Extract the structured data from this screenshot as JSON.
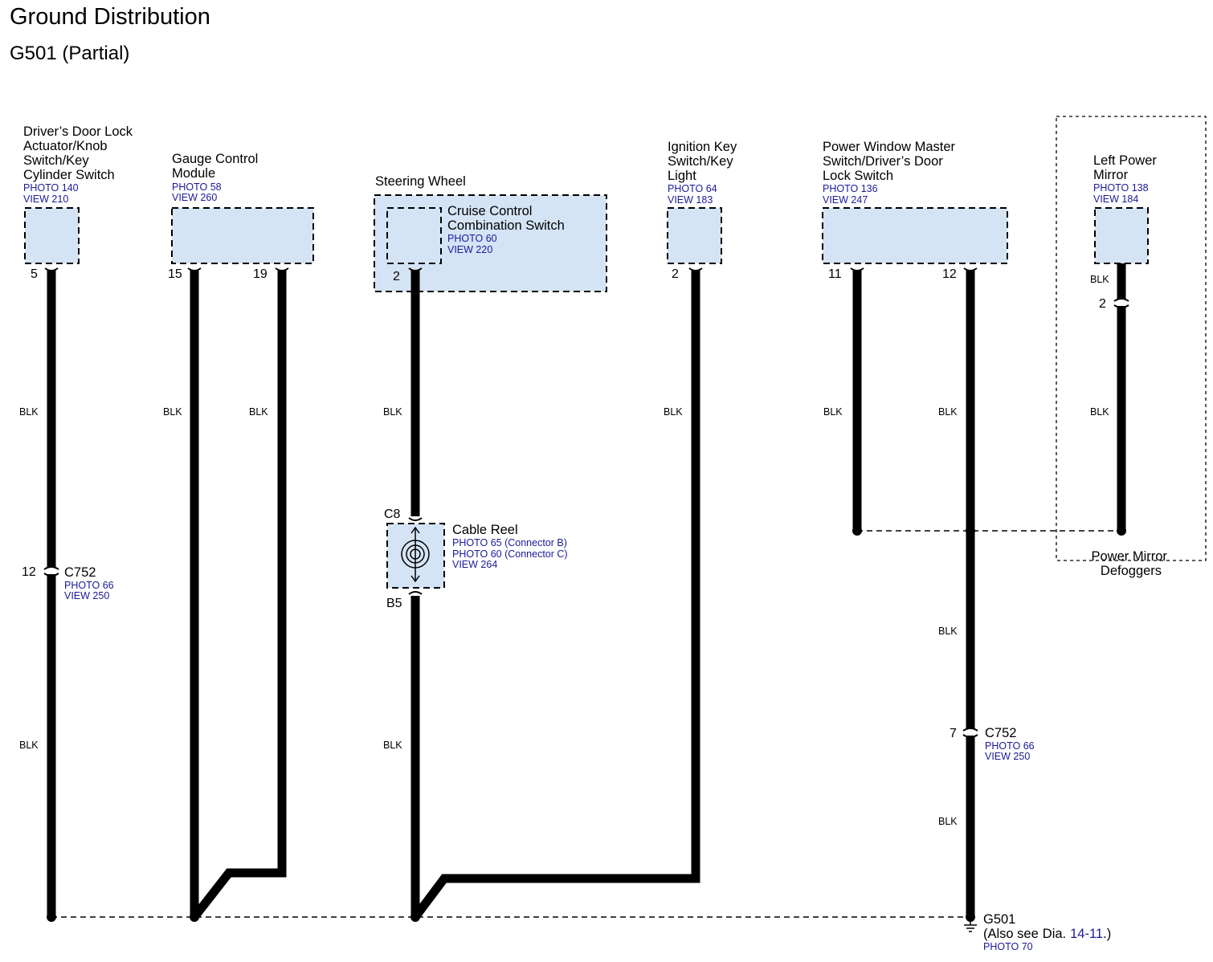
{
  "title": "Ground Distribution",
  "subtitle": "G501 (Partial)",
  "components": {
    "door_lock": {
      "name": [
        "Driver’s Door Lock",
        "Actuator/Knob",
        "Switch/Key",
        "Cylinder Switch"
      ],
      "photo": "PHOTO 140",
      "view": "VIEW 210",
      "pin": "5"
    },
    "gauge": {
      "name": [
        "Gauge Control",
        "Module"
      ],
      "photo": "PHOTO 58",
      "view": "VIEW 260",
      "pins": [
        "15",
        "19"
      ]
    },
    "steering": {
      "name": "Steering Wheel"
    },
    "cruise": {
      "name": [
        "Cruise Control",
        "Combination Switch"
      ],
      "photo": "PHOTO 60",
      "view": "VIEW 220",
      "pin": "2"
    },
    "ignition": {
      "name": [
        "Ignition Key",
        "Switch/Key",
        "Light"
      ],
      "photo": "PHOTO 64",
      "view": "VIEW 183",
      "pin": "2"
    },
    "power_window": {
      "name": [
        "Power Window Master",
        "Switch/Driver’s Door",
        "Lock Switch"
      ],
      "photo": "PHOTO 136",
      "view": "VIEW 247",
      "pins": [
        "11",
        "12"
      ]
    },
    "left_mirror": {
      "name": [
        "Left Power",
        "Mirror"
      ],
      "photo": "PHOTO 138",
      "view": "VIEW 184",
      "connector_wire": "BLK",
      "connector_pin": "2"
    },
    "mirror_defoggers": {
      "name": [
        "Power Mirror",
        "Defoggers"
      ]
    },
    "cable_reel": {
      "name": "Cable Reel",
      "refs": [
        "PHOTO 65 (Connector B)",
        "PHOTO 60 (Connector C)",
        "VIEW 264"
      ],
      "top": "C8",
      "bottom": "B5"
    },
    "c752_left": {
      "pin": "12",
      "name": "C752",
      "photo": "PHOTO 66",
      "view": "VIEW 250"
    },
    "c752_right": {
      "pin": "7",
      "name": "C752",
      "photo": "PHOTO 66",
      "view": "VIEW 250"
    },
    "g501": {
      "name": "G501",
      "note_pre": "(Also see",
      "note_dia": "Dia.",
      "note_ref": "14-11",
      "note_post": ".)",
      "photo": "PHOTO 70"
    }
  },
  "wire_color": "BLK",
  "colors": {
    "box_fill": "#d5e4f5",
    "ref_text": "#1a1a99"
  }
}
